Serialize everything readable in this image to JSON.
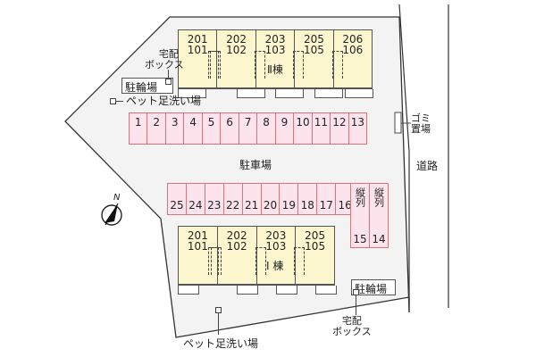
{
  "map": {
    "parking_label": "駐車場",
    "road_label": "道路",
    "compass_label": "N",
    "garbage_label_line1": "ゴミ",
    "garbage_label_line2": "置場",
    "colors": {
      "lot_fill": "#f3f3f3",
      "building_fill": "#fcf6cf",
      "parking_fill": "#fde4ec",
      "parking_border": "#e0707a",
      "outline": "#333333"
    }
  },
  "building_2": {
    "label": "Ⅱ棟",
    "units": [
      {
        "upper": "201",
        "lower": "101"
      },
      {
        "upper": "202",
        "lower": "102"
      },
      {
        "upper": "203",
        "lower": "103"
      },
      {
        "upper": "205",
        "lower": "105"
      },
      {
        "upper": "206",
        "lower": "106"
      }
    ]
  },
  "building_1": {
    "label": "I 棟",
    "units": [
      {
        "upper": "201",
        "lower": "101"
      },
      {
        "upper": "202",
        "lower": "102"
      },
      {
        "upper": "203",
        "lower": "103"
      },
      {
        "upper": "205",
        "lower": "105"
      }
    ]
  },
  "parking_top_row": [
    "1",
    "2",
    "3",
    "4",
    "5",
    "6",
    "7",
    "8",
    "9",
    "10",
    "11",
    "12",
    "13"
  ],
  "parking_bottom_row": [
    "25",
    "24",
    "23",
    "22",
    "21",
    "20",
    "19",
    "18",
    "17",
    "16"
  ],
  "parking_vertical": [
    {
      "label": "縦列",
      "number": "15"
    },
    {
      "label": "縦列",
      "number": "14"
    }
  ],
  "amenities_top": {
    "delivery_box_line1": "宅配",
    "delivery_box_line2": "ボックス",
    "bike_parking": "駐輪場",
    "pet_wash": "ペット足洗い場"
  },
  "amenities_bottom": {
    "bike_parking": "駐輪場",
    "delivery_box_line1": "宅配",
    "delivery_box_line2": "ボックス",
    "pet_wash": "ペット足洗い場"
  }
}
